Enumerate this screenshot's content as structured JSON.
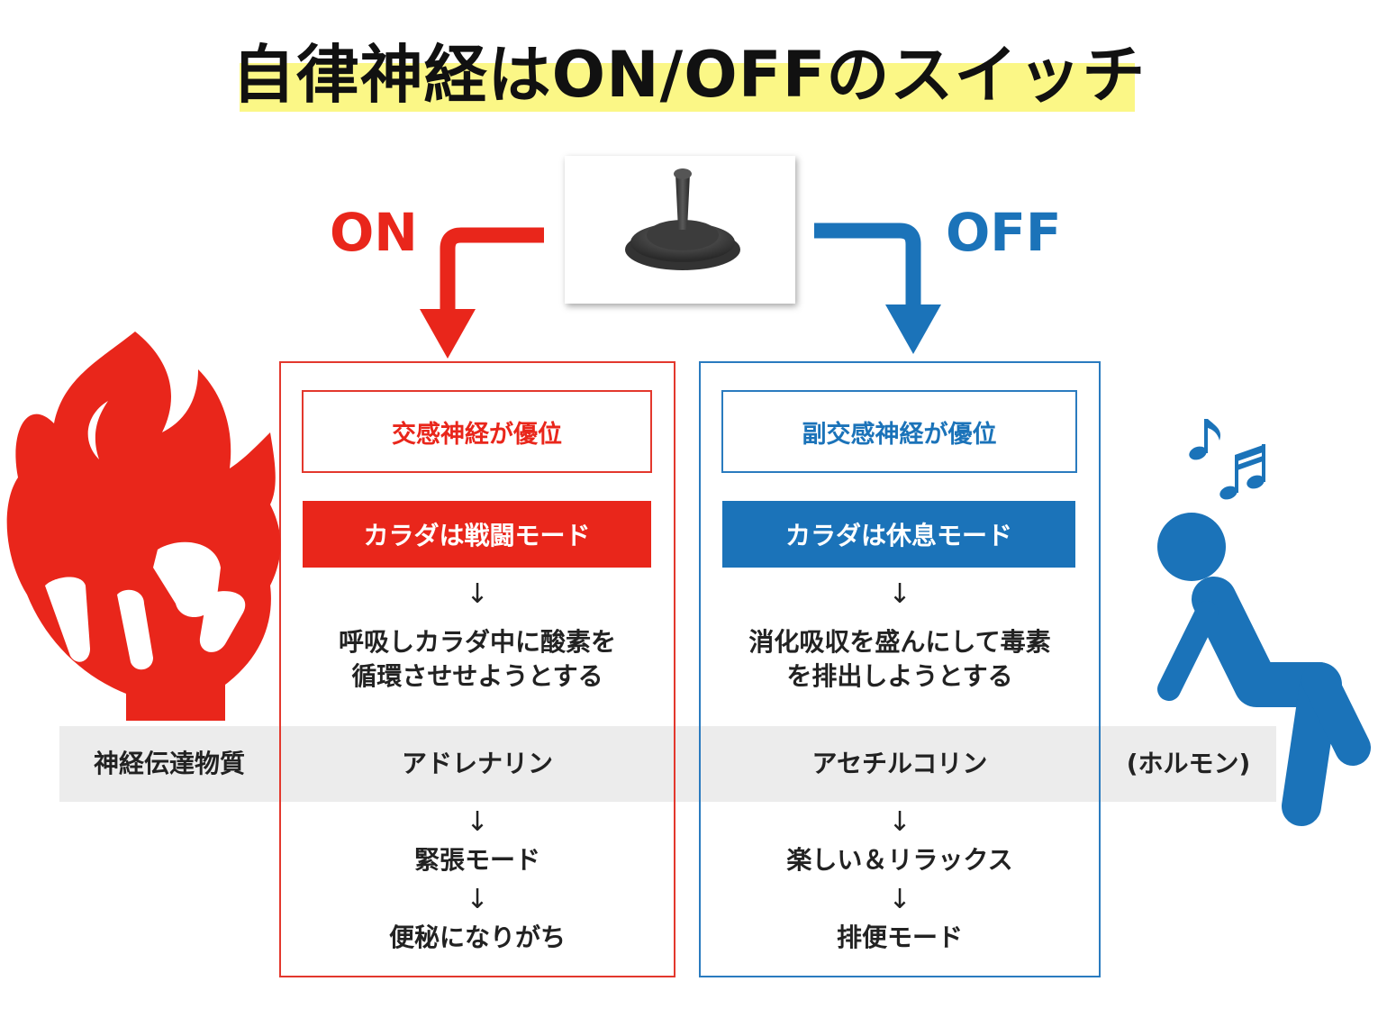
{
  "title": "自律神経はON/OFFのスイッチ",
  "on_label": "ON",
  "off_label": "OFF",
  "colors": {
    "red": "#e9261b",
    "blue": "#1b73b9",
    "highlight": "#fbf786",
    "band": "#ececec"
  },
  "icons": [
    "flame-icon",
    "joystick-icon",
    "relaxing-person-icon",
    "music-note-icon"
  ],
  "sympathetic": {
    "heading": "交感神経が優位",
    "mode": "カラダは戦闘モード",
    "arrow": "↓",
    "effect_line1": "呼吸しカラダ中に酸素を",
    "effect_line2": "循環させせようとする",
    "transmitter": "アドレナリン",
    "state": "緊張モード",
    "result": "便秘になりがち"
  },
  "parasympathetic": {
    "heading": "副交感神経が優位",
    "mode": "カラダは休息モード",
    "arrow": "↓",
    "effect_line1": "消化吸収を盛んにして毒素",
    "effect_line2": "を排出しようとする",
    "transmitter": "アセチルコリン",
    "state": "楽しい＆リラックス",
    "result": "排便モード"
  },
  "band": {
    "label": "神経伝達物質",
    "note": "(ホルモン)"
  }
}
